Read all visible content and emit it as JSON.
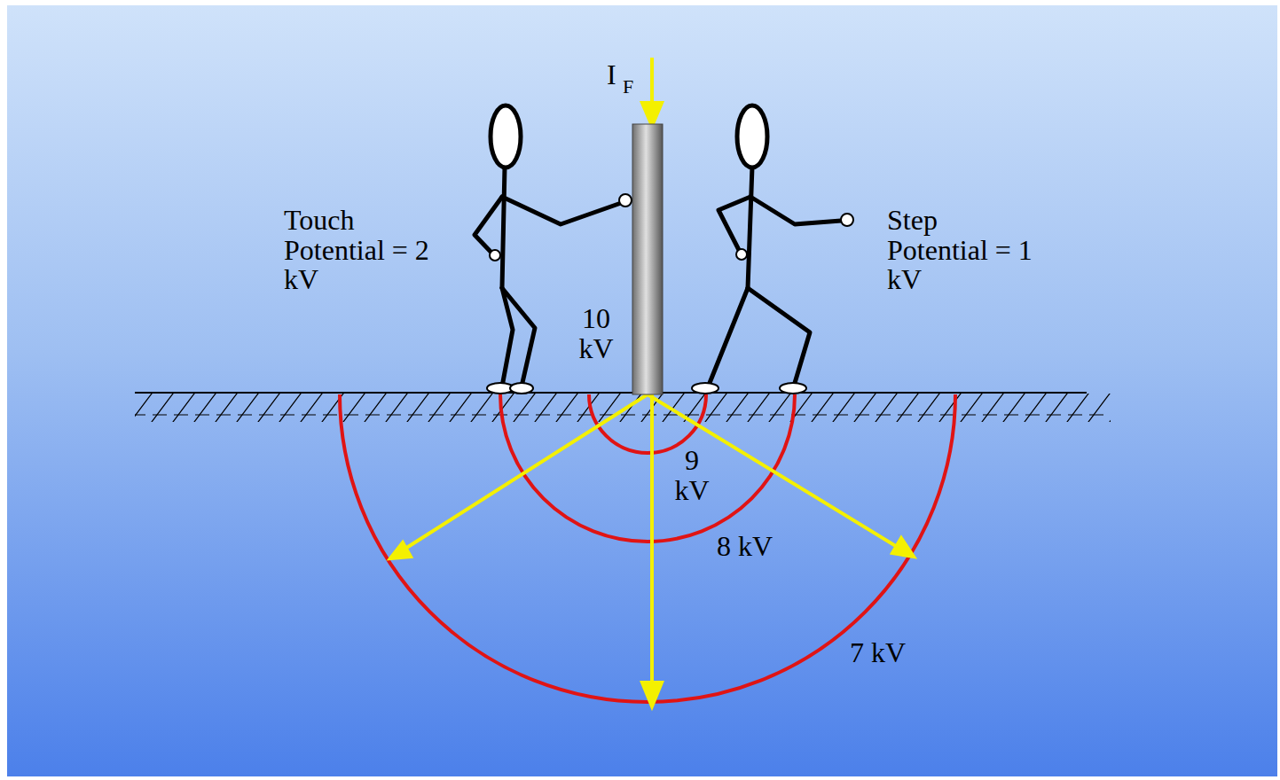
{
  "diagram": {
    "labels": [
      "I",
      "F",
      "Touch Potential = 2 kV",
      "Step Potential = 1 kV",
      "10 kV",
      "9 kV",
      "8 kV",
      "7 kV"
    ]
  }
}
